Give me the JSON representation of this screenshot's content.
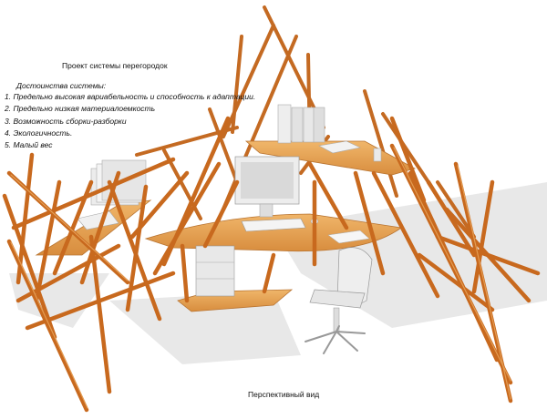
{
  "title": "Проект  системы перегородок",
  "advantages": {
    "heading": "Достоинства системы:",
    "items": [
      "1. Предельно высокая вариабельность и способность к адаптации.",
      "2. Предельно низкая материалоемкость",
      "3. Возможность сборки-разборки",
      "4. Экологичность.",
      "5. Малый вес"
    ]
  },
  "caption": "Перспективный вид",
  "colors": {
    "rod": "#c8691e",
    "rod_highlight": "#e9a35a",
    "desk": "#e6a455",
    "shadow": "#e2e2e2",
    "equipment": "#e4e4e4"
  }
}
